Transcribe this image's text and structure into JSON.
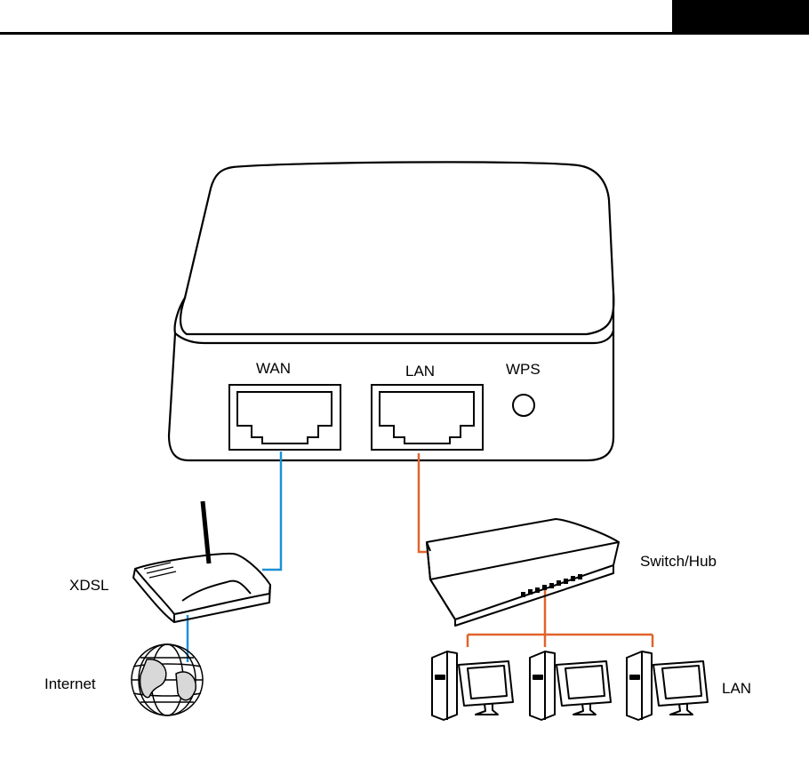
{
  "diagram": {
    "router_ports": {
      "wan": "WAN",
      "lan": "LAN",
      "wps": "WPS"
    },
    "devices": {
      "xdsl": "XDSL",
      "internet": "Internet",
      "switch_hub": "Switch/Hub",
      "lan_group": "LAN"
    },
    "colors": {
      "wan_cable": "#1e90d6",
      "lan_cable": "#e0642a",
      "outline": "#000000",
      "header_bar": "#000000"
    }
  }
}
